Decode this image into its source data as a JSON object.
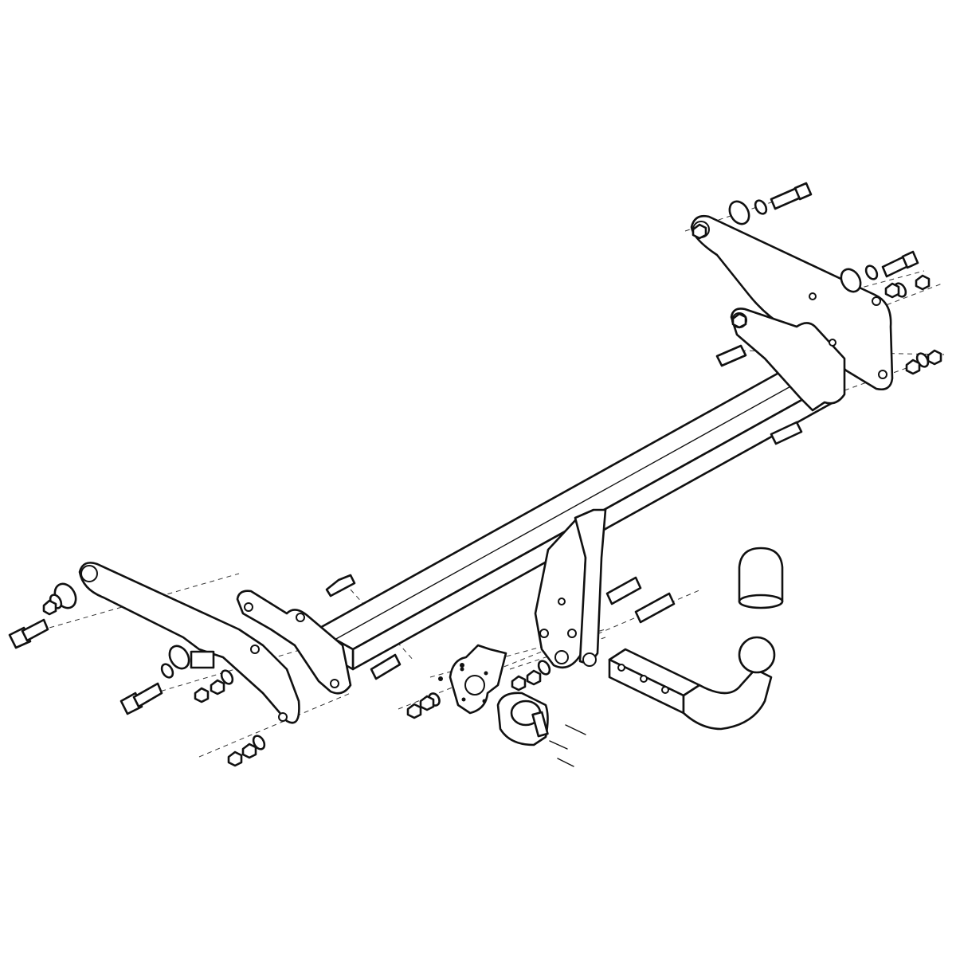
{
  "diagram": {
    "kind": "exploded-assembly",
    "colors": {
      "background": "#ffffff",
      "line": "#111111"
    },
    "parts": [
      "crossbar-beam",
      "left-side-bracket",
      "right-side-bracket",
      "center-mount-plate",
      "tow-ball-neck",
      "socket-plate",
      "electrical-socket",
      "bolts",
      "washers",
      "nuts"
    ]
  }
}
